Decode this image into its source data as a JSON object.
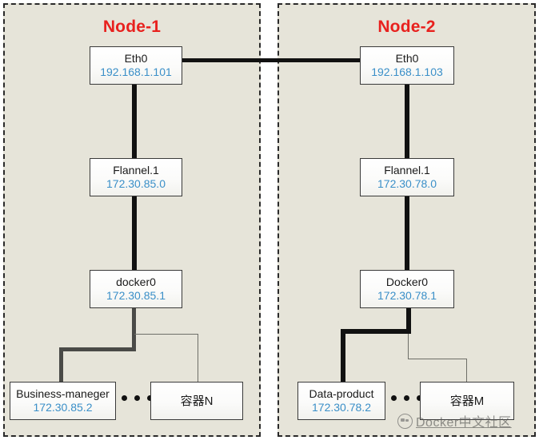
{
  "diagram": {
    "title_color": "#e8211e",
    "ip_color": "#3a8fc8",
    "panel_background": "#e6e4d9"
  },
  "nodes": [
    {
      "id": "node-1",
      "title": "Node-1",
      "devices": {
        "eth0": {
          "name": "Eth0",
          "ip": "192.168.1.101"
        },
        "flannel": {
          "name": "Flannel.1",
          "ip": "172.30.85.0"
        },
        "docker": {
          "name": "docker0",
          "ip": "172.30.85.1"
        },
        "container_named": {
          "name": "Business-maneger",
          "ip": "172.30.85.2"
        },
        "container_other": {
          "name": "容器N"
        }
      }
    },
    {
      "id": "node-2",
      "title": "Node-2",
      "devices": {
        "eth0": {
          "name": "Eth0",
          "ip": "192.168.1.103"
        },
        "flannel": {
          "name": "Flannel.1",
          "ip": "172.30.78.0"
        },
        "docker": {
          "name": "Docker0",
          "ip": "172.30.78.1"
        },
        "container_named": {
          "name": "Data-product",
          "ip": "172.30.78.2"
        },
        "container_other": {
          "name": "容器M"
        }
      }
    }
  ],
  "watermark": {
    "text": "Docker中文社区",
    "logo": "docker-whale-icon"
  }
}
